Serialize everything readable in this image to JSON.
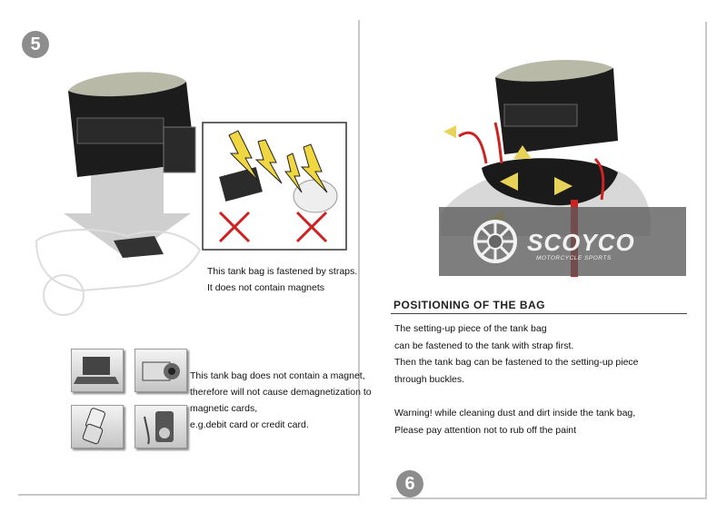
{
  "left_page": {
    "page_number": "5",
    "caption_lines": [
      "This tank bag is fastened by straps.",
      "It does not contain magnets"
    ],
    "icons": [
      "laptop-icon",
      "camcorder-icon",
      "mobile-phone-icon",
      "mp3-player-icon"
    ],
    "magnet_lines": [
      "This tank bag does not contain a magnet,",
      "therefore will not cause demagnetization to",
      "magnetic cards,",
      "e.g.debit card or credit card."
    ]
  },
  "right_page": {
    "page_number": "6",
    "heading": "POSITIONING  OF THE BAG",
    "body_lines": [
      "The setting-up piece of the tank bag",
      "can be fastened to the tank with strap first.",
      "Then the tank bag can be fastened to the setting-up piece",
      "through buckles."
    ],
    "warning_lines": [
      "Warning!  while cleaning dust and dirt inside the tank bag,",
      "Please pay attention not to rub off the paint"
    ]
  },
  "watermark": {
    "brand": "SCOYCO",
    "tagline": "MOTORCYCLE SPORTS"
  },
  "colors": {
    "accent_arrow": "#e8d35a",
    "strap_red": "#cc2222",
    "cross_red": "#cc2222",
    "page_num_bg": "#8d8d8d"
  }
}
